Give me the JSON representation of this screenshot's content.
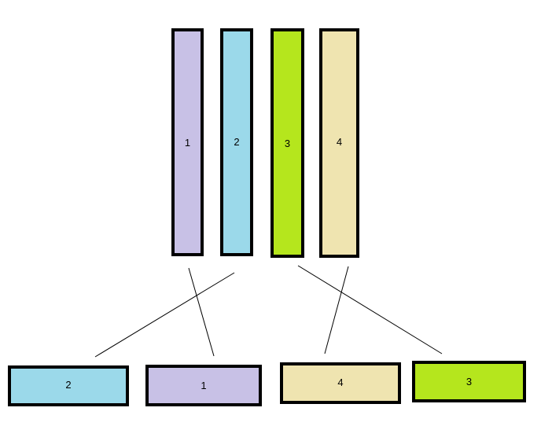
{
  "colors": {
    "purple": "#c8c1e6",
    "blue": "#9bd9ea",
    "green": "#b5e61d",
    "tan": "#efe4b0",
    "border": "#000000"
  },
  "top_bars": [
    {
      "label": "1",
      "color": "#c8c1e6"
    },
    {
      "label": "2",
      "color": "#9bd9ea"
    },
    {
      "label": "3",
      "color": "#b5e61d"
    },
    {
      "label": "4",
      "color": "#efe4b0"
    }
  ],
  "bottom_bars": [
    {
      "label": "2",
      "color": "#9bd9ea"
    },
    {
      "label": "1",
      "color": "#c8c1e6"
    },
    {
      "label": "4",
      "color": "#efe4b0"
    },
    {
      "label": "3",
      "color": "#b5e61d"
    }
  ]
}
